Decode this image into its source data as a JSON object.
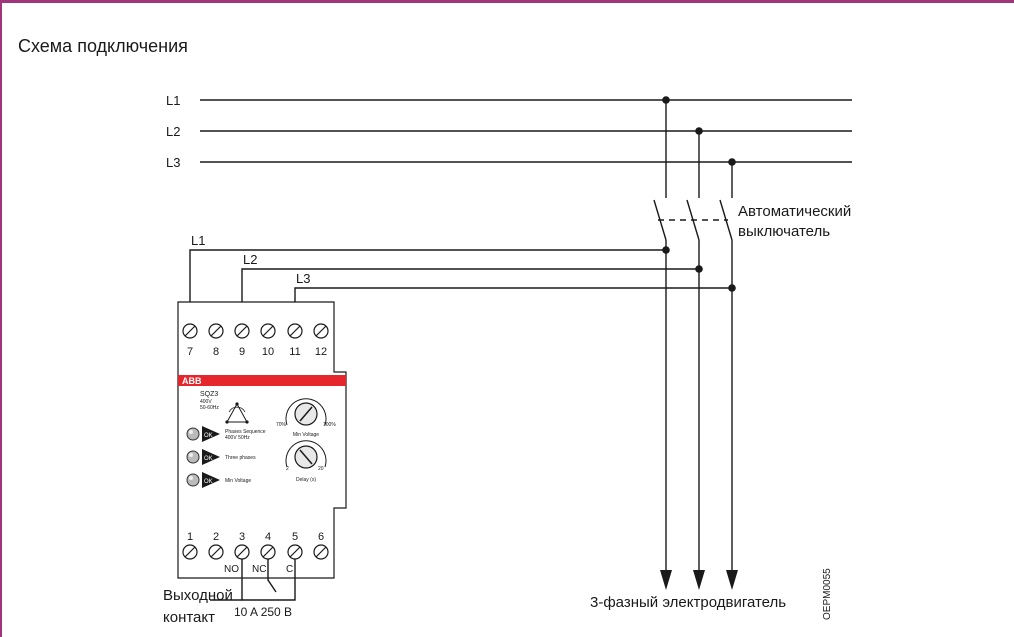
{
  "title": "Схема подключения",
  "lines": {
    "l1": "L1",
    "l2": "L2",
    "l3": "L3"
  },
  "breaker": {
    "label_line1": "Автоматический",
    "label_line2": "выключатель"
  },
  "relay": {
    "brand": "ABB",
    "model": "SQZ3",
    "voltage": "400V",
    "frequency": "50-60Hz",
    "top_terminals": [
      "7",
      "8",
      "9",
      "10",
      "11",
      "12"
    ],
    "bottom_terminals": [
      "1",
      "2",
      "3",
      "4",
      "5",
      "6"
    ],
    "contact_labels": [
      "NO",
      "NC",
      "C"
    ],
    "led_text": "OK",
    "indicators": [
      "Phases Sequence\n400V 50Hz",
      "Three phases",
      "Min Voltage"
    ],
    "knob_voltage": {
      "min": "70%",
      "max": "100%",
      "caption": "Min Voltage"
    },
    "knob_delay": {
      "min": "2",
      "max": "20",
      "caption": "Delay (s)"
    }
  },
  "output_contact": {
    "line1": "Выходной",
    "line2": "контакт",
    "rating": "10 A  250 В"
  },
  "motor_label": "3-фазный электродвигатель",
  "figure_code": "OEPM0055",
  "colors": {
    "frame": "#a0357c",
    "brand_bar": "#e5262d"
  }
}
